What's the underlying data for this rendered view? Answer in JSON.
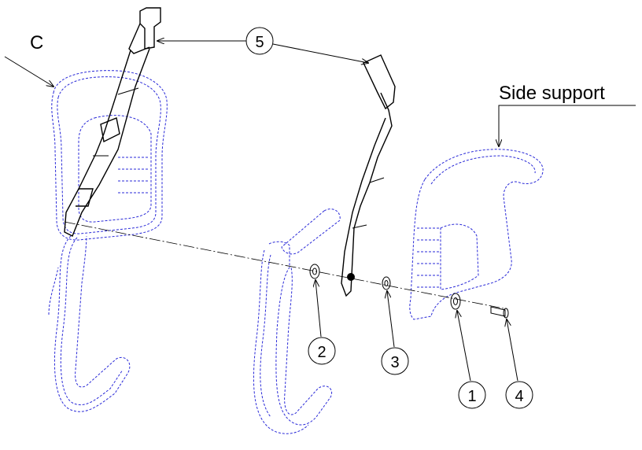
{
  "labels": {
    "view": "C",
    "side_support": "Side support"
  },
  "callouts": {
    "c1": "1",
    "c2": "2",
    "c3": "3",
    "c4": "4",
    "c5": "5"
  },
  "colors": {
    "outline_dashed": "#2a2ad8",
    "ink": "#000000"
  }
}
